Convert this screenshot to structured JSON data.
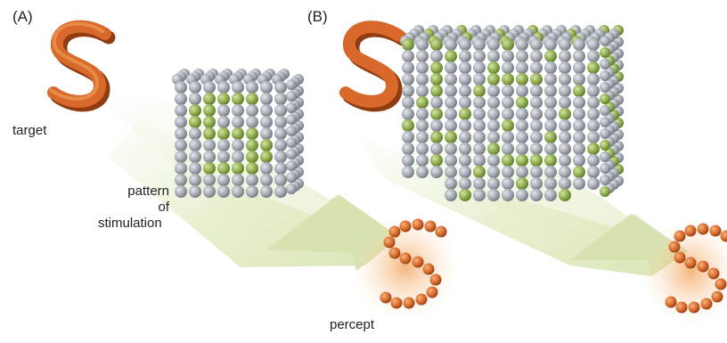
{
  "panels": {
    "a": "(A)",
    "b": "(B)"
  },
  "labels": {
    "target": "target",
    "pattern_line1": "pattern",
    "pattern_line2": "of",
    "pattern_line3": "stimulation",
    "percept": "percept"
  },
  "colors": {
    "s_letter": "#d8692a",
    "electrode_off": "#a3a8b1",
    "electrode_on": "#8dab4c",
    "beam": "#e9f0d2",
    "percept_glow": "#f3b778"
  },
  "icons": {
    "target_letter": "S"
  }
}
